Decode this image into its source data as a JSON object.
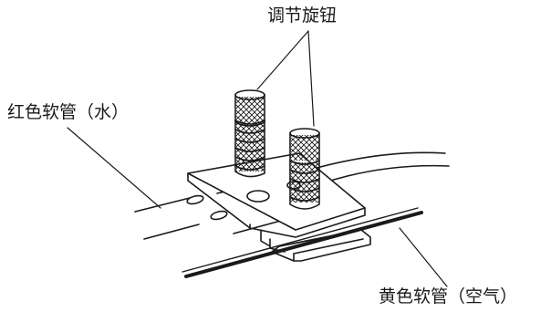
{
  "diagram": {
    "labels": {
      "adjust_knob": "调节旋钮",
      "red_hose": "红色软管（水）",
      "yellow_hose": "黄色软管（空气）"
    },
    "colors": {
      "line": "#1a1a1a",
      "background": "#ffffff"
    }
  }
}
